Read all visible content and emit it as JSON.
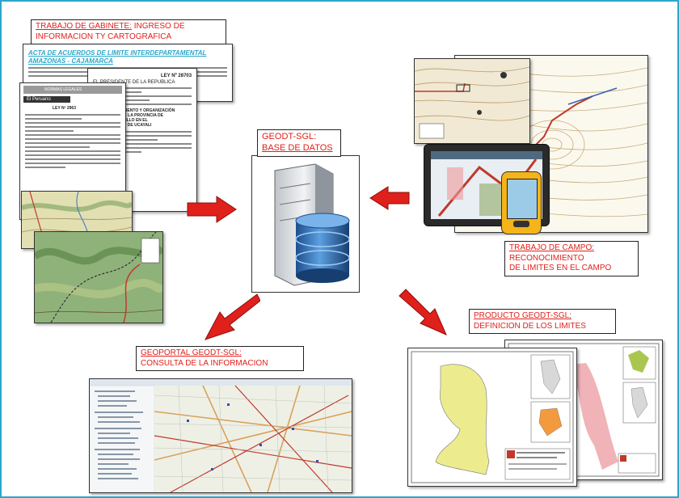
{
  "colors": {
    "arrow": "#e0201b",
    "label_text": "#e0201b",
    "frame_border": "#2aa7c9",
    "doc_header": "#2aa7c9"
  },
  "labels": {
    "gabinete": {
      "title": "TRABAJO DE GABINETE:",
      "line1_rest": "INGRESO DE",
      "line2": "INFORMACION  TY CARTOGRAFICA"
    },
    "database": {
      "line1": "GEODT-SGL:",
      "line2": "BASE DE DATOS"
    },
    "campo": {
      "line1": "TRABAJO DE CAMPO:",
      "line2": "RECONOCIMIENTO",
      "line3": "DE LIMITES EN EL CAMPO"
    },
    "geoportal": {
      "line1": "GEOPORTAL  GEODT-SGL:",
      "line2": "CONSULTA DE LA INFORMACION"
    },
    "producto": {
      "line1": "PRODUCTO  GEODT-SGL:",
      "line2": "DEFINICION  DE LOS LIMITES"
    }
  },
  "documents": {
    "acta_title": "ACTA DE ACUERDOS DE LIMITE INTERDEPARTAMENTAL AMAZONAS - CAJAMARCA",
    "ley_number": "LEY Nº 28703",
    "ley_header": "EL PRESIDENTE DE LA REPUBLICA",
    "ley_subtitle": "LEY DE SANEAMIENTO Y ORGANIZACIÓN TERRITORIAL DE LA PROVINCIA DE CORONEL PORTILLO EN EL DEPARTAMENTO DE UCAYALI",
    "gazette_banner": "NORMAS LEGALES",
    "gazette_name": "El Peruano",
    "gazette_law": "LEY Nº 2963"
  },
  "icons": {
    "database": "server-with-database-icon",
    "arrows": "red-block-arrow-icon"
  }
}
